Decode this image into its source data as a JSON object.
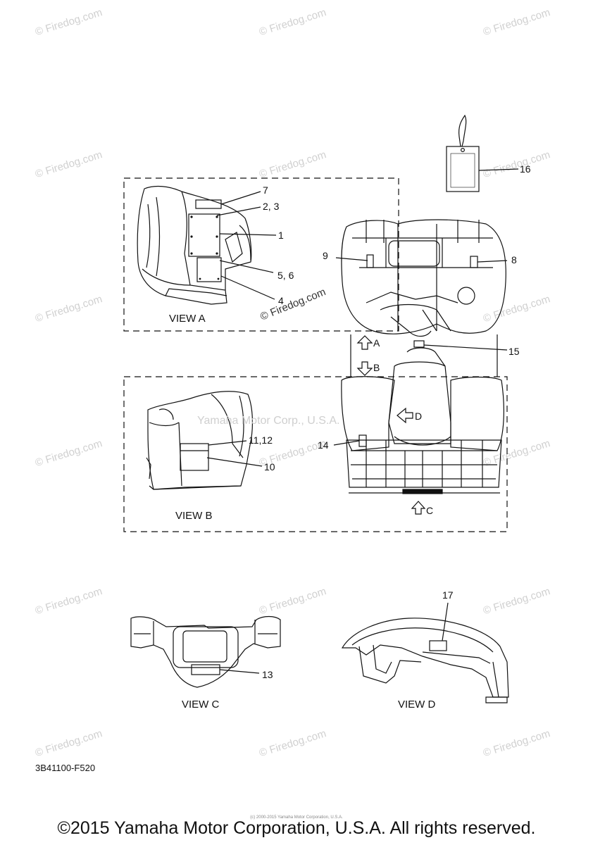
{
  "watermark": "© Firedog.com",
  "inline_watermark": "© Firedog.com",
  "center_watermark": "Yamaha Motor Corp., U.S.A.",
  "callouts": {
    "c1": "1",
    "c23": "2, 3",
    "c4": "4",
    "c56": "5, 6",
    "c7": "7",
    "c8": "8",
    "c9": "9",
    "c10": "10",
    "c1112": "11,12",
    "c13": "13",
    "c14": "14",
    "c15": "15",
    "c16": "16",
    "c17": "17"
  },
  "arrows": {
    "a": "A",
    "b": "B",
    "c": "C",
    "d": "D"
  },
  "views": {
    "a": "VIEW A",
    "b": "VIEW B",
    "c": "VIEW C",
    "d": "VIEW D"
  },
  "part_code": "3B41100-F520",
  "tiny_notice": "(c) 2000-2015 Yamaha Motor Corporation, U.S.A.",
  "copyright": "©2015 Yamaha Motor Corporation, U.S.A. All rights reserved."
}
